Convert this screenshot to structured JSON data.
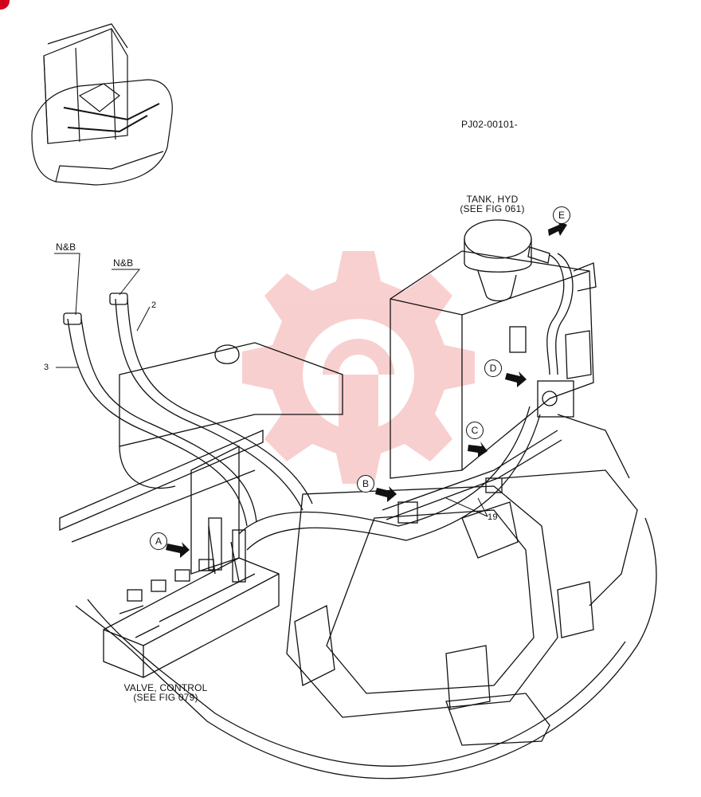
{
  "drawing_number": "PJ02-00101-",
  "colors": {
    "line": "#111111",
    "watermark": "#f2a6a6",
    "corner_mark": "#d0021b"
  },
  "labels": {
    "tank_line1": "TANK, HYD",
    "tank_line2": "(SEE FIG 061)",
    "valve_line1": "VALVE, CONTROL",
    "valve_line2": "(SEE FIG 079)",
    "nb_left": "N&B",
    "nb_right": "N&B",
    "part_2": "2",
    "part_3": "3",
    "part_19": "19"
  },
  "callouts": [
    "A",
    "B",
    "C",
    "D",
    "E"
  ],
  "icons": {
    "watermark": "gear-watermark-icon",
    "corner": "corner-logo-icon"
  }
}
